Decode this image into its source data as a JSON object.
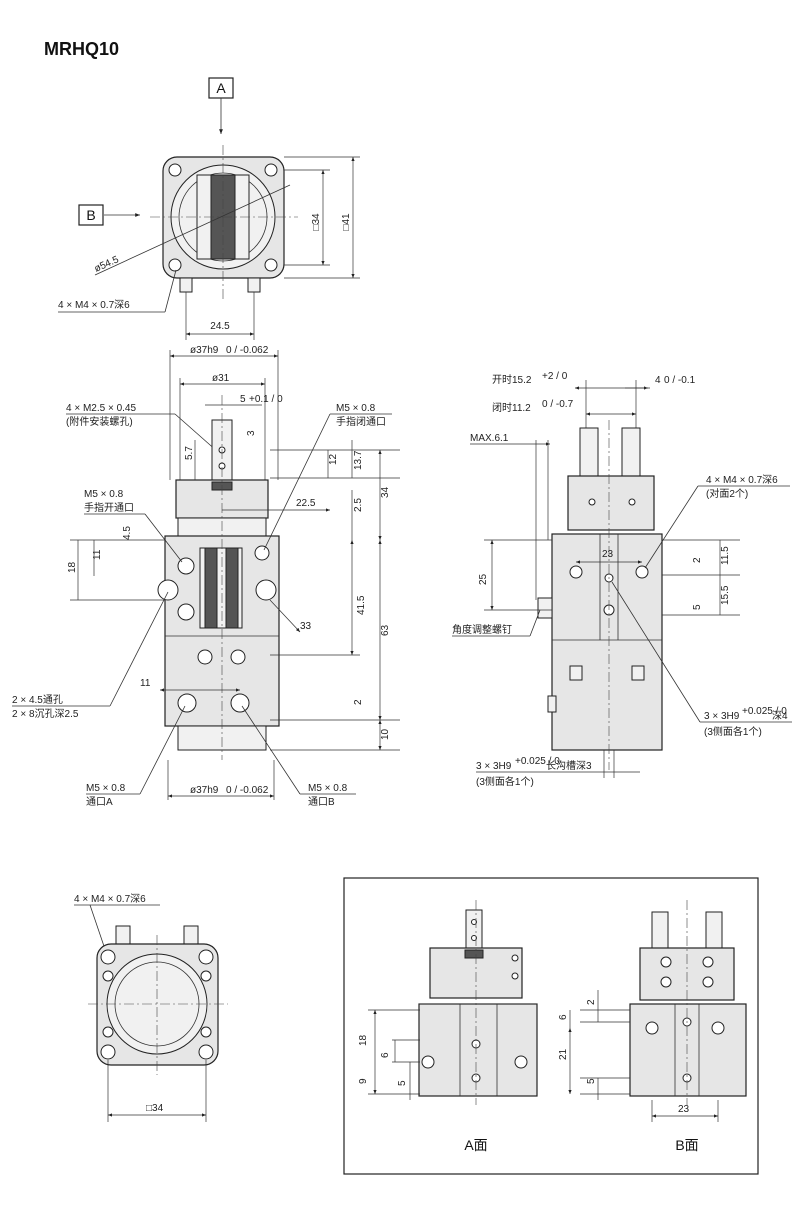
{
  "model": "MRHQ10",
  "view_labels": {
    "a": "A",
    "b": "B"
  },
  "top_view": {
    "dia_outer": "ø54.5",
    "sq34": "□34",
    "sq41": "□41",
    "mount_holes": "4 × M4 × 0.7深6",
    "width": "24.5"
  },
  "front_view": {
    "dia_37_top": "ø37h9",
    "tol_37": "0 / -0.062",
    "dia_31": "ø31",
    "d5": "5",
    "tol_5": "+0.1 / 0",
    "screw_note": "4 × M2.5 × 0.45",
    "screw_sub": "(附件安装螺孔)",
    "close_port": "M5 × 0.8",
    "close_port_sub": "手指闭通口",
    "open_port": "M5 × 0.8",
    "open_port_sub": "手指开通口",
    "d57": "5.7",
    "d3": "3",
    "d12": "12",
    "d137": "13.7",
    "d34": "34",
    "d225": "22.5",
    "d25": "2.5",
    "d45": "4.5",
    "d11": "11",
    "d18": "18",
    "d415": "41.5",
    "d63": "63",
    "d33": "33",
    "d11b": "11",
    "d2": "2",
    "d10": "10",
    "holes_note": "2 × 4.5通孔",
    "holes_sub": "2 × 8沉孔深2.5",
    "port_a": "M5 × 0.8",
    "port_a_sub": "通口A",
    "dia_37_bot": "ø37h9",
    "port_b": "M5 × 0.8",
    "port_b_sub": "通口B"
  },
  "side_view": {
    "open_dim": "开时15.2",
    "open_tol": "+2 / 0",
    "close_dim": "闭时11.2",
    "close_tol": "0 / -0.7",
    "d4": "4",
    "d4_tol": "0 / -0.1",
    "max61": "MAX.6.1",
    "mount": "4 × M4 × 0.7深6",
    "mount_sub": "(对面2个)",
    "d23": "23",
    "d2": "2",
    "d115": "11.5",
    "d25": "25",
    "d155": "15.5",
    "d5": "5",
    "adj_screw": "角度调整螺钉",
    "pin_note": "3 × 3H9",
    "pin_tol": "+0.025 / 0",
    "pin_depth": "深4",
    "pin_sub": "(3侧面各1个)",
    "slot_note": "3 × 3H9",
    "slot_tol": "+0.025 / 0",
    "slot_depth": "长沟槽深3",
    "slot_sub": "(3侧面各1个)"
  },
  "bottom_view": {
    "mount": "4 × M4 × 0.7深6",
    "sq34": "□34"
  },
  "detail_a": {
    "d18": "18",
    "d6": "6",
    "d9": "9",
    "d5": "5",
    "caption": "A面"
  },
  "detail_b": {
    "d2": "2",
    "d6": "6",
    "d21": "21",
    "d5": "5",
    "d23": "23",
    "caption": "B面"
  }
}
